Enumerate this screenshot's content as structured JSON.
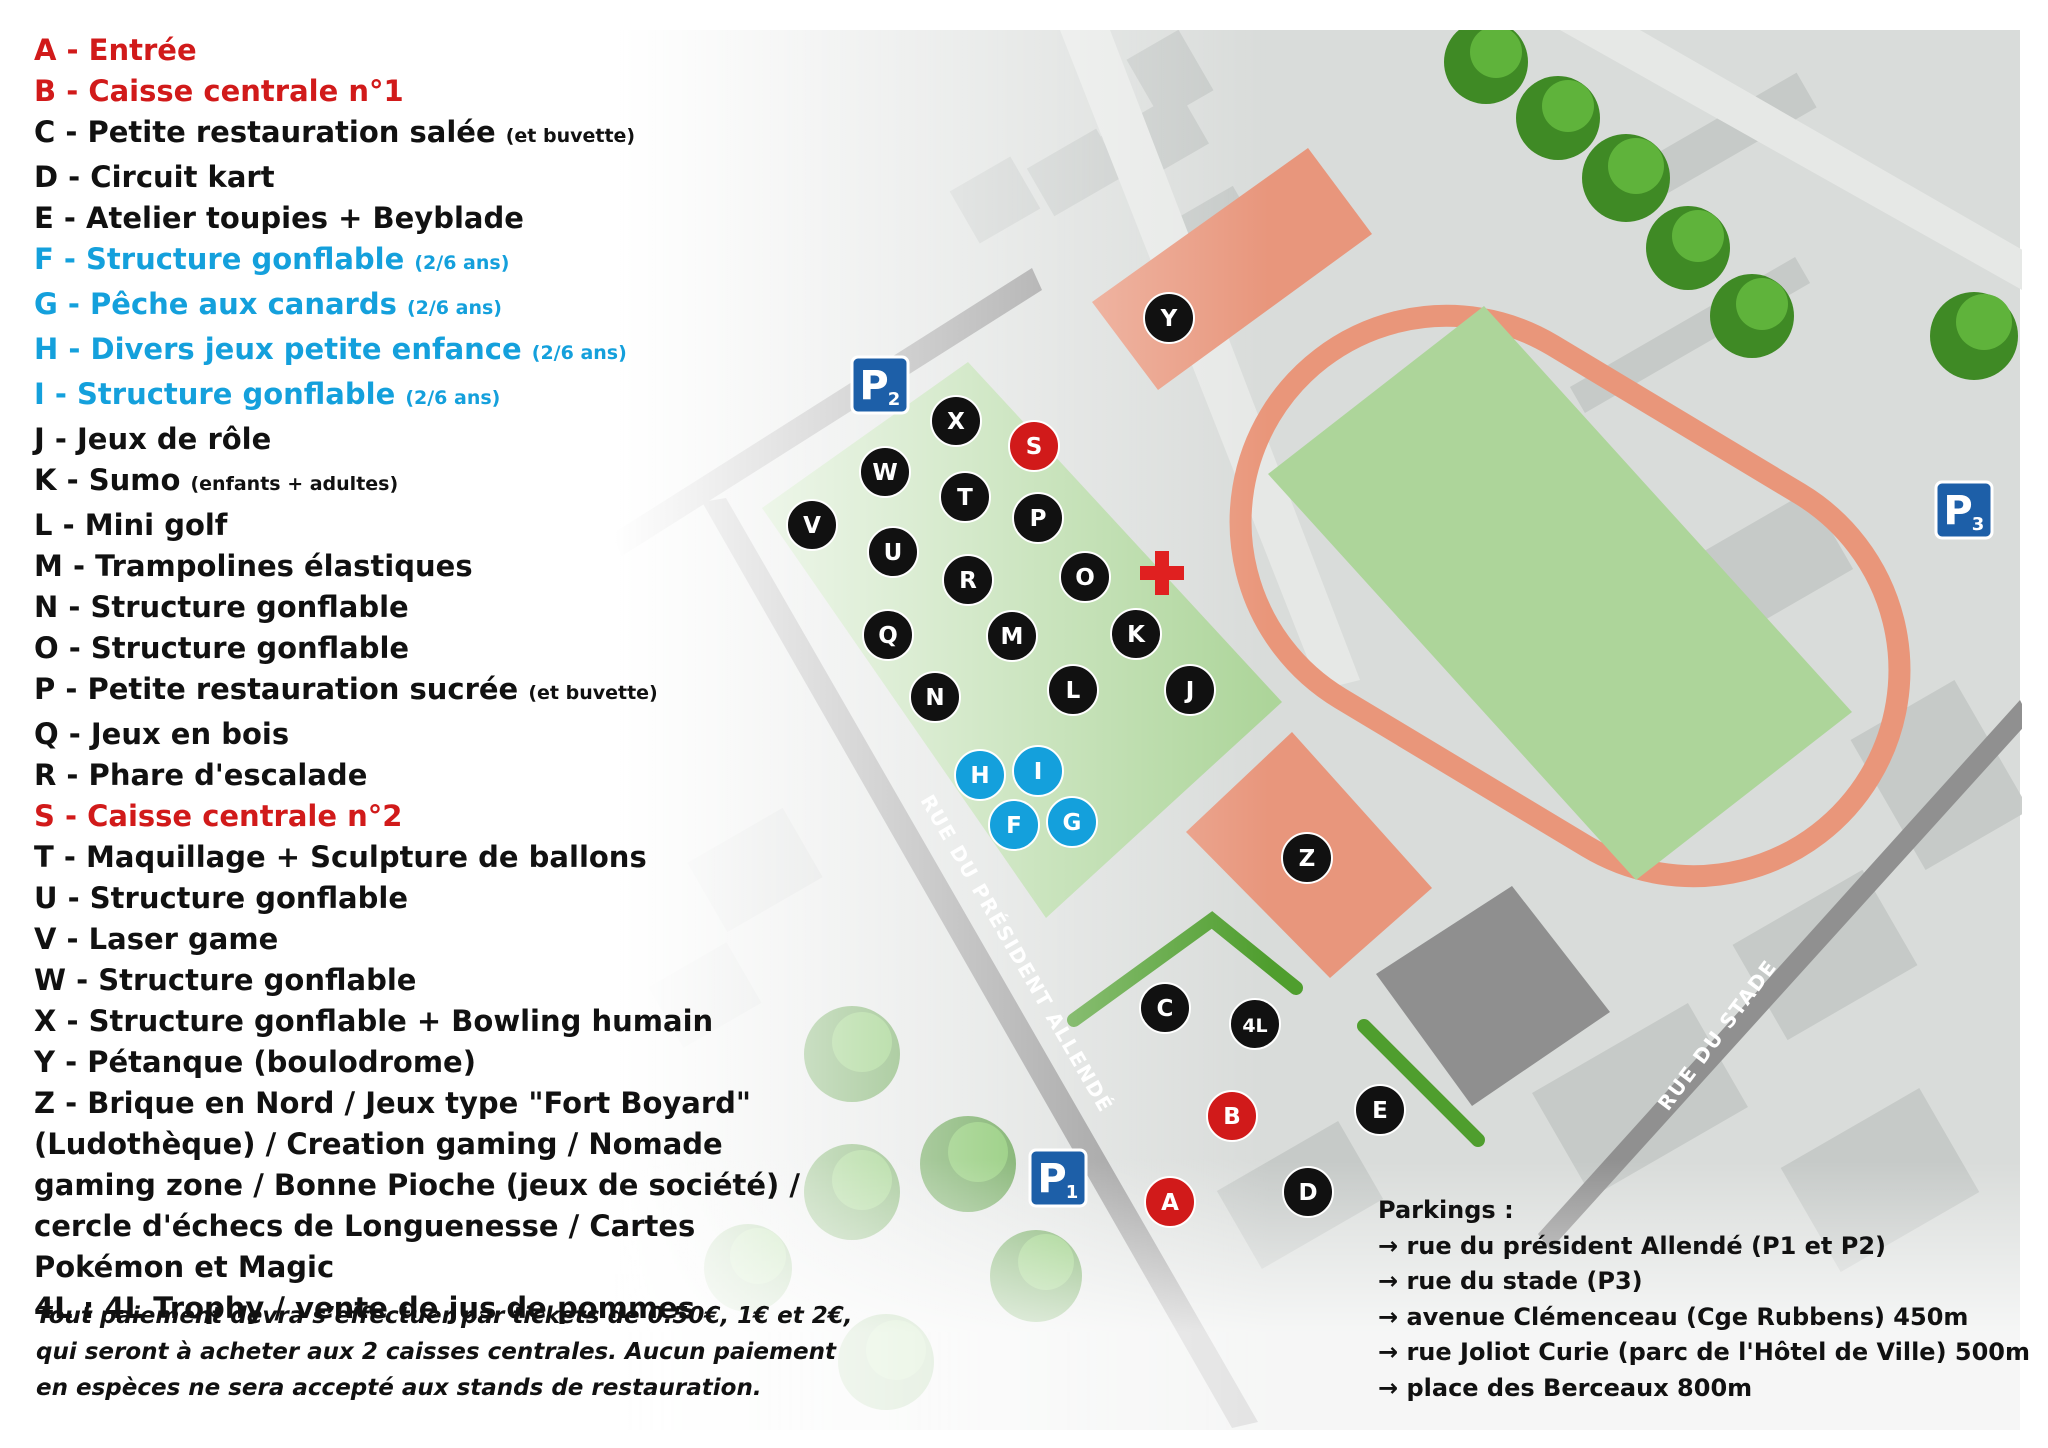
{
  "legend": [
    {
      "text": "A - Entrée",
      "note": "",
      "color": "red"
    },
    {
      "text": "B - Caisse centrale n°1",
      "note": "",
      "color": "red"
    },
    {
      "text": "C - Petite restauration salée ",
      "note": "(et buvette)",
      "color": "black"
    },
    {
      "text": "D - Circuit kart",
      "note": "",
      "color": "black"
    },
    {
      "text": "E - Atelier toupies + Beyblade",
      "note": "",
      "color": "black"
    },
    {
      "text": "F - Structure gonflable ",
      "note": "(2/6 ans)",
      "color": "blue"
    },
    {
      "text": "G - Pêche aux canards ",
      "note": "(2/6 ans)",
      "color": "blue"
    },
    {
      "text": "H - Divers jeux petite enfance ",
      "note": "(2/6 ans)",
      "color": "blue"
    },
    {
      "text": "I - Structure gonflable ",
      "note": "(2/6 ans)",
      "color": "blue"
    },
    {
      "text": "J - Jeux de rôle",
      "note": "",
      "color": "black"
    },
    {
      "text": "K - Sumo ",
      "note": "(enfants + adultes)",
      "color": "black"
    },
    {
      "text": "L - Mini golf",
      "note": "",
      "color": "black"
    },
    {
      "text": "M - Trampolines élastiques",
      "note": "",
      "color": "black"
    },
    {
      "text": "N - Structure gonflable",
      "note": "",
      "color": "black"
    },
    {
      "text": "O - Structure gonflable",
      "note": "",
      "color": "black"
    },
    {
      "text": "P - Petite restauration sucrée ",
      "note": "(et buvette)",
      "color": "black"
    },
    {
      "text": "Q - Jeux en bois",
      "note": "",
      "color": "black"
    },
    {
      "text": "R - Phare d'escalade",
      "note": "",
      "color": "black"
    },
    {
      "text": "S - Caisse centrale n°2",
      "note": "",
      "color": "red"
    },
    {
      "text": "T - Maquillage + Sculpture de ballons",
      "note": "",
      "color": "black"
    },
    {
      "text": "U - Structure gonflable",
      "note": "",
      "color": "black"
    },
    {
      "text": "V - Laser game",
      "note": "",
      "color": "black"
    },
    {
      "text": "W - Structure gonflable",
      "note": "",
      "color": "black"
    },
    {
      "text": "X - Structure gonflable + Bowling humain",
      "note": "",
      "color": "black"
    },
    {
      "text": "Y - Pétanque (boulodrome)",
      "note": "",
      "color": "black"
    },
    {
      "text": "Z - Brique en Nord / Jeux type \"Fort Boyard\" (Ludothèque) / Creation gaming / Nomade gaming zone / Bonne Pioche (jeux de société) / cercle d'échecs de Longuenesse / Cartes Pokémon et Magic",
      "note": "",
      "color": "black"
    },
    {
      "text": "4L : 4L Trophy / vente de jus de pommes",
      "note": "",
      "color": "black"
    }
  ],
  "payment_note": "Tout paiement devra s’effectuer par tickets de 0.50€, 1€ et 2€, qui seront à acheter aux 2 caisses centrales. Aucun paiement en espèces ne sera accepté aux stands de restauration.",
  "parkings": {
    "heading": "Parkings :",
    "items": [
      "→ rue du président Allendé (P1 et P2)",
      "→ rue du stade (P3)",
      "→ avenue Clémenceau (Cge Rubbens) 450m",
      "→ rue Joliot Curie (parc de l'Hôtel de Ville) 500m",
      "→ place des Berceaux 800m"
    ]
  },
  "streets": {
    "allende": "RUE DU PRÉSIDENT ALLENDÉ",
    "stade": "RUE DU STADE"
  },
  "parking_signs": [
    {
      "id": "P1",
      "letter": "P",
      "num": "1"
    },
    {
      "id": "P2",
      "letter": "P",
      "num": "2"
    },
    {
      "id": "P3",
      "letter": "P",
      "num": "3"
    }
  ],
  "markers": [
    {
      "label": "A",
      "kind": "red"
    },
    {
      "label": "B",
      "kind": "red"
    },
    {
      "label": "C",
      "kind": "black"
    },
    {
      "label": "D",
      "kind": "black"
    },
    {
      "label": "E",
      "kind": "black"
    },
    {
      "label": "F",
      "kind": "blue"
    },
    {
      "label": "G",
      "kind": "blue"
    },
    {
      "label": "H",
      "kind": "blue"
    },
    {
      "label": "I",
      "kind": "blue"
    },
    {
      "label": "J",
      "kind": "black"
    },
    {
      "label": "K",
      "kind": "black"
    },
    {
      "label": "L",
      "kind": "black"
    },
    {
      "label": "M",
      "kind": "black"
    },
    {
      "label": "N",
      "kind": "black"
    },
    {
      "label": "O",
      "kind": "black"
    },
    {
      "label": "P",
      "kind": "black"
    },
    {
      "label": "Q",
      "kind": "black"
    },
    {
      "label": "R",
      "kind": "black"
    },
    {
      "label": "S",
      "kind": "red"
    },
    {
      "label": "T",
      "kind": "black"
    },
    {
      "label": "U",
      "kind": "black"
    },
    {
      "label": "V",
      "kind": "black"
    },
    {
      "label": "W",
      "kind": "black"
    },
    {
      "label": "X",
      "kind": "black"
    },
    {
      "label": "Y",
      "kind": "black"
    },
    {
      "label": "Z",
      "kind": "black"
    },
    {
      "label": "4L",
      "kind": "black"
    }
  ],
  "colors": {
    "red": "#d11a1a",
    "blue": "#14a0dc",
    "black": "#111111",
    "track": "#e9967a",
    "field": "#add59a",
    "zone": "#e8967c",
    "road": "#8f8f8f",
    "parking_sign": "#1d5fa8",
    "first_aid": "#e02020"
  },
  "icons": [
    "first-aid-cross-icon",
    "parking-icon",
    "tree-icon",
    "hedge-icon"
  ]
}
